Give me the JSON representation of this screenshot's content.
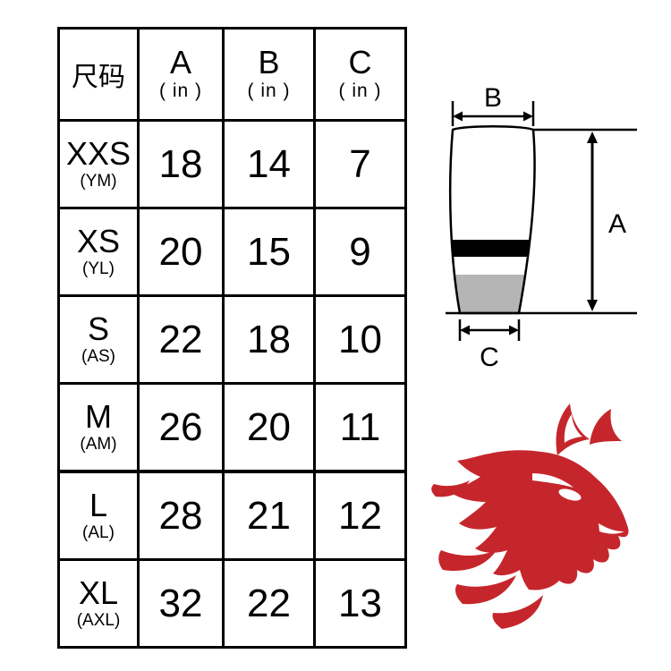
{
  "table": {
    "header": {
      "size_label": "尺码",
      "columns": [
        {
          "letter": "A",
          "unit": "( in )"
        },
        {
          "letter": "B",
          "unit": "( in )"
        },
        {
          "letter": "C",
          "unit": "( in )"
        }
      ]
    },
    "rows": [
      {
        "size": "XXS",
        "sub": "(YM)",
        "a": "18",
        "b": "14",
        "c": "7"
      },
      {
        "size": "XS",
        "sub": "(YL)",
        "a": "20",
        "b": "15",
        "c": "9"
      },
      {
        "size": "S",
        "sub": "(AS)",
        "a": "22",
        "b": "18",
        "c": "10"
      },
      {
        "size": "M",
        "sub": "(AM)",
        "a": "26",
        "b": "20",
        "c": "11"
      },
      {
        "size": "L",
        "sub": "(AL)",
        "a": "28",
        "b": "21",
        "c": "12"
      },
      {
        "size": "XL",
        "sub": "(AXL)",
        "a": "32",
        "b": "22",
        "c": "13"
      }
    ]
  },
  "diagram": {
    "labels": {
      "a": "A",
      "b": "B",
      "c": "C"
    },
    "colors": {
      "band": "#000000",
      "cuff": "#b5b5b5",
      "outline": "#000000"
    }
  },
  "logo": {
    "name": "tribal-wolf",
    "color": "#c5262c"
  },
  "chart_data": {
    "type": "table",
    "title": "Sleeve size chart (inches)",
    "columns": [
      "尺码",
      "A (in)",
      "B (in)",
      "C (in)"
    ],
    "rows": [
      [
        "XXS (YM)",
        18,
        14,
        7
      ],
      [
        "XS (YL)",
        20,
        15,
        9
      ],
      [
        "S (AS)",
        22,
        18,
        10
      ],
      [
        "M (AM)",
        26,
        20,
        11
      ],
      [
        "L (AL)",
        28,
        21,
        12
      ],
      [
        "XL (AXL)",
        32,
        22,
        13
      ]
    ]
  }
}
